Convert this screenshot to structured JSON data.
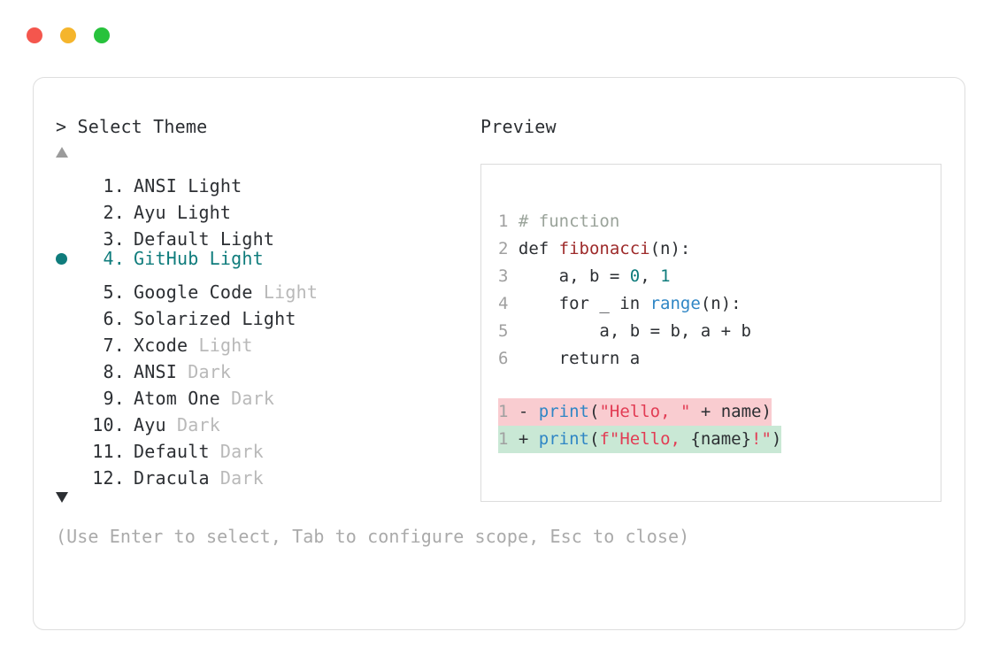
{
  "window": {
    "traffic_lights": [
      {
        "name": "close",
        "color": "#f4564d"
      },
      {
        "name": "minimize",
        "color": "#f5b52c"
      },
      {
        "name": "maximize",
        "color": "#27c23c"
      }
    ]
  },
  "selector": {
    "prompt": "> Select Theme",
    "scroll_up_icon": "triangle-up-icon",
    "scroll_down_icon": "triangle-down-icon",
    "selected_index": 4,
    "accent_color": "#0f7c7c",
    "items": [
      {
        "num": "1.",
        "name": "ANSI Light",
        "suffix": "",
        "selected": false
      },
      {
        "num": "2.",
        "name": "Ayu Light",
        "suffix": "",
        "selected": false
      },
      {
        "num": "3.",
        "name": "Default Light",
        "suffix": "",
        "selected": false
      },
      {
        "num": "4.",
        "name": "GitHub Light",
        "suffix": "",
        "selected": true
      },
      {
        "num": "5.",
        "name": "Google Code",
        "suffix": " Light",
        "selected": false
      },
      {
        "num": "6.",
        "name": "Solarized Light",
        "suffix": "",
        "selected": false
      },
      {
        "num": "7.",
        "name": "Xcode",
        "suffix": " Light",
        "selected": false
      },
      {
        "num": "8.",
        "name": "ANSI",
        "suffix": " Dark",
        "selected": false
      },
      {
        "num": "9.",
        "name": "Atom One",
        "suffix": " Dark",
        "selected": false
      },
      {
        "num": "10.",
        "name": "Ayu",
        "suffix": " Dark",
        "selected": false
      },
      {
        "num": "11.",
        "name": "Default",
        "suffix": " Dark",
        "selected": false
      },
      {
        "num": "12.",
        "name": "Dracula",
        "suffix": " Dark",
        "selected": false
      }
    ],
    "help": "(Use Enter to select, Tab to configure scope, Esc to close)"
  },
  "preview": {
    "title": "Preview",
    "code_lines": [
      {
        "ln": "1",
        "tokens": [
          {
            "t": "# function",
            "k": "comment"
          }
        ]
      },
      {
        "ln": "2",
        "tokens": [
          {
            "t": "def ",
            "k": "kw"
          },
          {
            "t": "fibonacci",
            "k": "fn"
          },
          {
            "t": "(n):",
            "k": "punct"
          }
        ]
      },
      {
        "ln": "3",
        "tokens": [
          {
            "t": "    a, b = ",
            "k": "plain"
          },
          {
            "t": "0",
            "k": "num"
          },
          {
            "t": ", ",
            "k": "plain"
          },
          {
            "t": "1",
            "k": "num"
          }
        ]
      },
      {
        "ln": "4",
        "tokens": [
          {
            "t": "    for _ in ",
            "k": "plain"
          },
          {
            "t": "range",
            "k": "builtin"
          },
          {
            "t": "(n):",
            "k": "punct"
          }
        ]
      },
      {
        "ln": "5",
        "tokens": [
          {
            "t": "        a, b = b, a + b",
            "k": "plain"
          }
        ]
      },
      {
        "ln": "6",
        "tokens": [
          {
            "t": "    return a",
            "k": "plain"
          }
        ]
      }
    ],
    "diff_lines": [
      {
        "ln": "1",
        "marker": "-",
        "kind": "del",
        "tokens": [
          {
            "t": "print",
            "k": "builtin"
          },
          {
            "t": "(",
            "k": "punct"
          },
          {
            "t": "\"Hello, \"",
            "k": "str"
          },
          {
            "t": " + name)",
            "k": "plain"
          }
        ]
      },
      {
        "ln": "1",
        "marker": "+",
        "kind": "add",
        "tokens": [
          {
            "t": "print",
            "k": "builtin"
          },
          {
            "t": "(",
            "k": "punct"
          },
          {
            "t": "f\"Hello, ",
            "k": "str"
          },
          {
            "t": "{name}",
            "k": "plain"
          },
          {
            "t": "!\"",
            "k": "str"
          },
          {
            "t": ")",
            "k": "punct"
          }
        ]
      }
    ],
    "diff_del_bg": "#f9ccd0",
    "diff_add_bg": "#c9e8d5"
  }
}
